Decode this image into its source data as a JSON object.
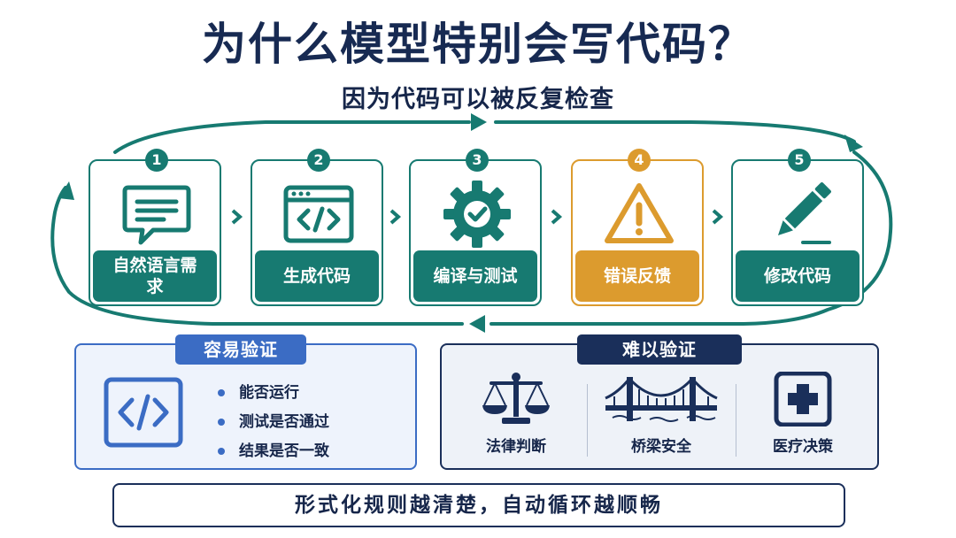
{
  "title": "为什么模型特别会写代码？",
  "subtitle": "因为代码可以被反复检查",
  "colors": {
    "teal": "#177a71",
    "orange": "#dc9b2e",
    "blue": "#3b6cc4",
    "navy": "#1a2f5a"
  },
  "steps": [
    {
      "number": "1",
      "label": "自然语言需求",
      "icon": "chat-bubble-icon"
    },
    {
      "number": "2",
      "label": "生成代码",
      "icon": "code-window-icon"
    },
    {
      "number": "3",
      "label": "编译与测试",
      "icon": "gear-check-icon"
    },
    {
      "number": "4",
      "label": "错误反馈",
      "icon": "warning-icon"
    },
    {
      "number": "5",
      "label": "修改代码",
      "icon": "pencil-icon"
    }
  ],
  "easy": {
    "title": "容易验证",
    "icon": "code-icon",
    "items": [
      "能否运行",
      "测试是否通过",
      "结果是否一致"
    ]
  },
  "hard": {
    "title": "难以验证",
    "items": [
      {
        "label": "法律判断",
        "icon": "scales-icon"
      },
      {
        "label": "桥梁安全",
        "icon": "bridge-icon"
      },
      {
        "label": "医疗决策",
        "icon": "medical-cross-icon"
      }
    ]
  },
  "footer": "形式化规则越清楚，自动循环越顺畅"
}
